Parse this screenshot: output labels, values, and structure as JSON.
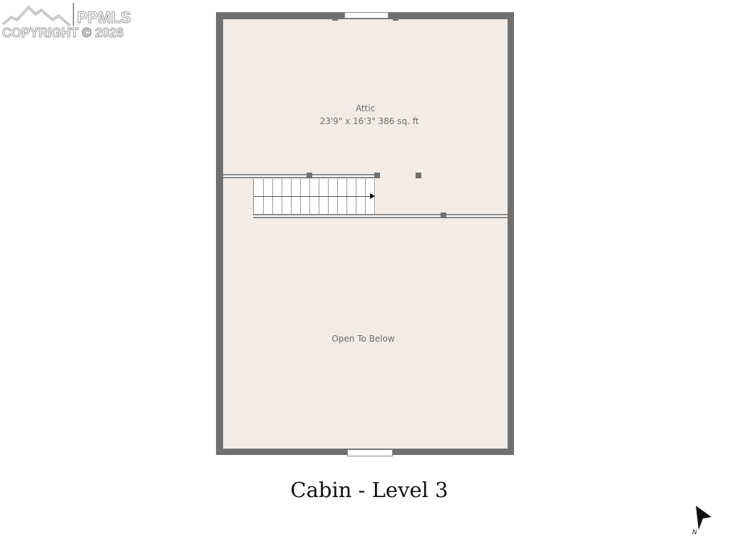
{
  "watermark": {
    "brand": "PPMLS",
    "copyright": "COPYRIGHT © 2026",
    "logo_icon": "mountain-logo-icon"
  },
  "floor_plan": {
    "wall_color": "#707070",
    "floor_color": "#f3ebe6",
    "rooms": [
      {
        "name": "Attic",
        "dimensions": "23'9\" x 16'3\" 386 sq. ft"
      },
      {
        "name": "Open To Below"
      }
    ],
    "stairs": {
      "treads": 13,
      "direction_icon": "arrow-right-icon"
    },
    "windows": [
      "top-window",
      "bottom-window"
    ]
  },
  "title": "Cabin - Level 3",
  "compass": {
    "label": "N",
    "icon": "north-arrow-icon"
  }
}
